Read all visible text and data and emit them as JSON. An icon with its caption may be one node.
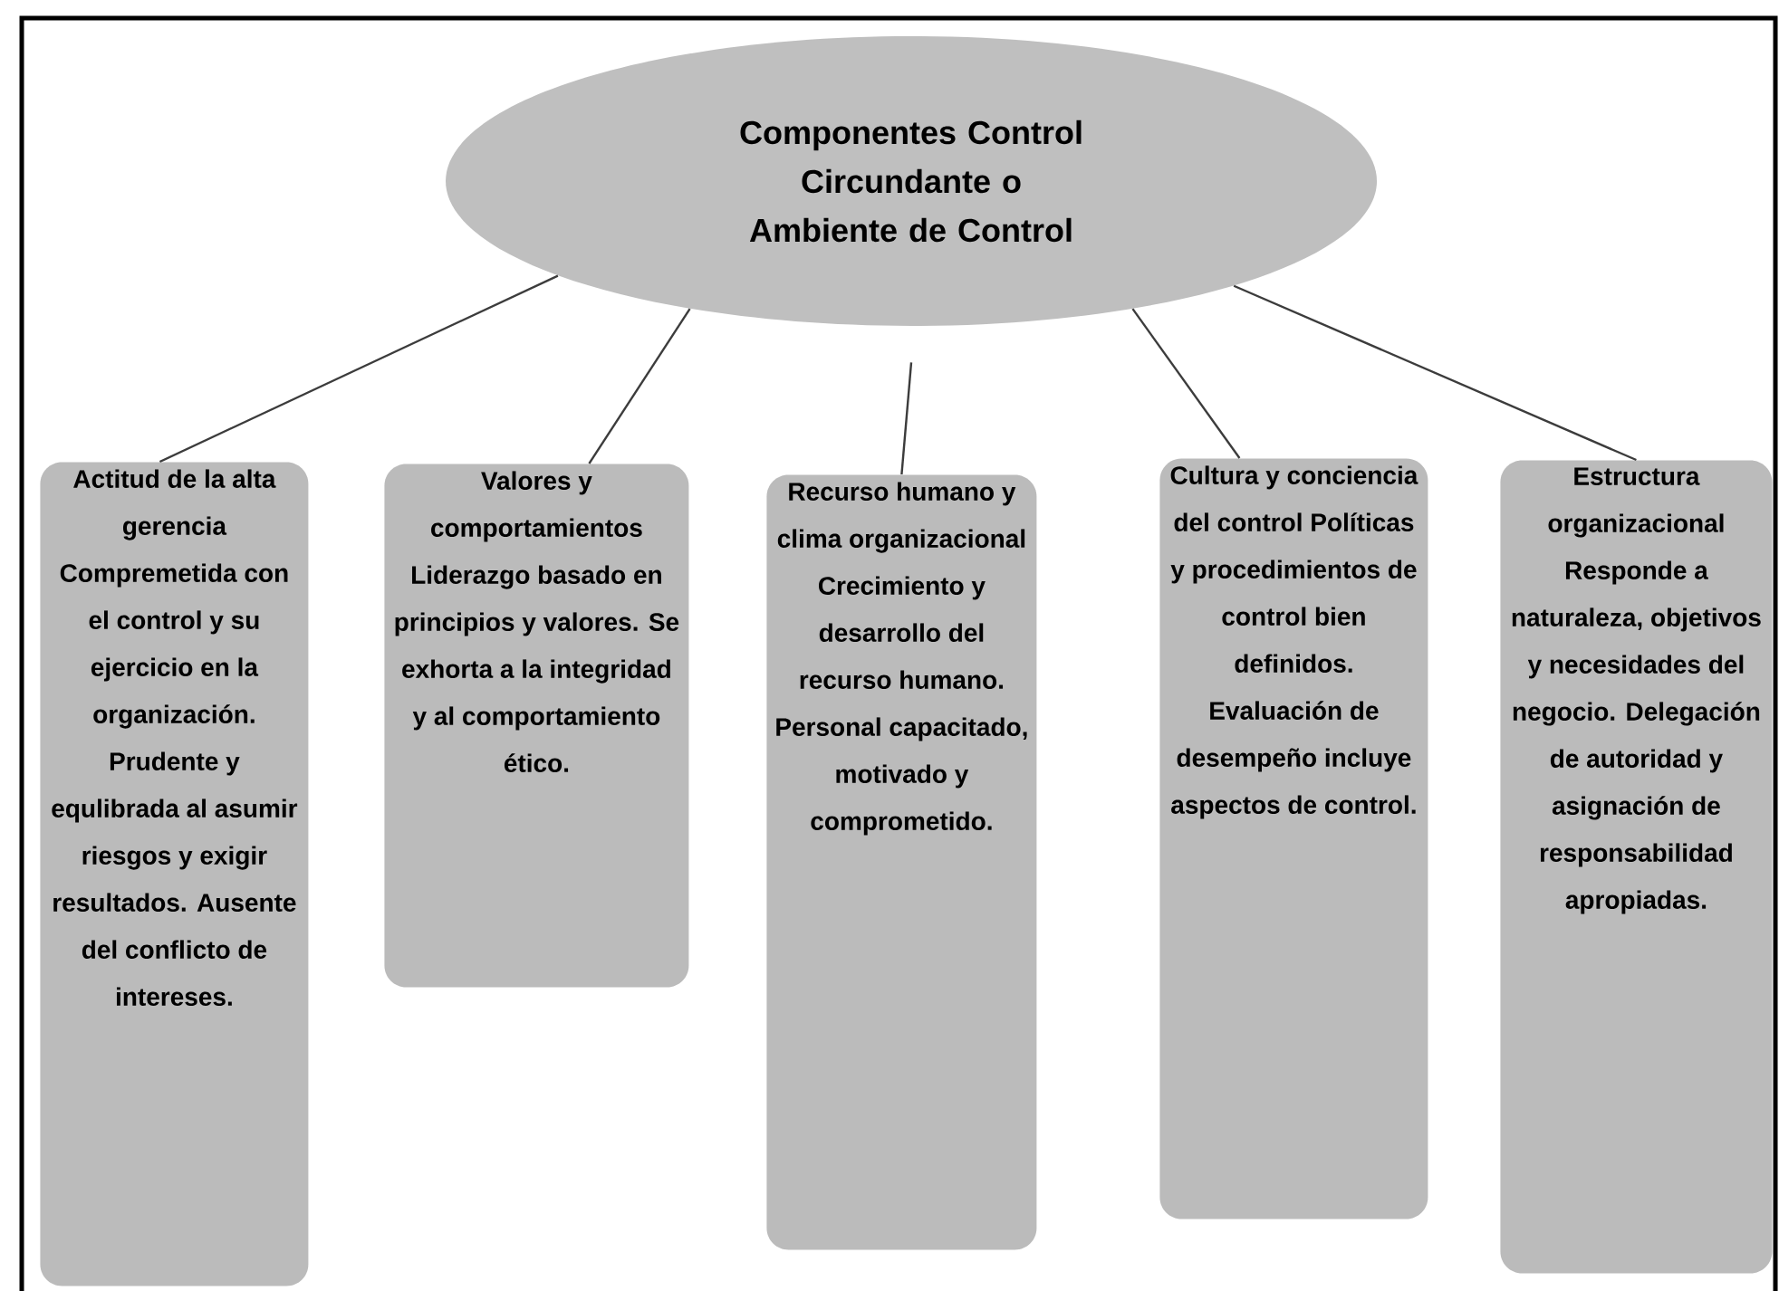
{
  "diagram": {
    "nodes": [
      {
        "text": [
          "Componentes Control Circundante o Ambiente de Control"
        ]
      },
      {
        "text": [
          "Actitud de la alta gerencia Compremetida con el control y su ejercicio en la organización. Prudente y equlibrada al asumir riesgos y exigir resultados. Ausente del conflicto de intereses."
        ]
      },
      {
        "text": [
          "Valores y comportamientos Liderazgo basado en principios y valores. Se exhorta a la integridad y al comportamiento ético."
        ]
      },
      {
        "text": [
          "Recurso humano y clima organizacional Crecimiento y desarrollo del recurso humano. Personal capacitado, motivado y comprometido."
        ]
      },
      {
        "text": [
          "Cultura y conciencia del control Políticas y procedimientos de control bien definidos. Evaluación de desempeño incluye aspectos de control."
        ]
      },
      {
        "text": [
          "Estructura organizacional Responde a naturaleza, objetivos y necesidades del negocio. Delegación de autoridad y asignación de responsabilidad apropiadas."
        ]
      }
    ],
    "edges": [
      {
        "from": 0,
        "to": 1,
        "arrow": "none"
      },
      {
        "from": 0,
        "to": 2,
        "arrow": "none"
      },
      {
        "from": 0,
        "to": 3,
        "arrow": "none"
      },
      {
        "from": 0,
        "to": 4,
        "arrow": "none"
      },
      {
        "from": 0,
        "to": 5,
        "arrow": "none"
      }
    ]
  }
}
